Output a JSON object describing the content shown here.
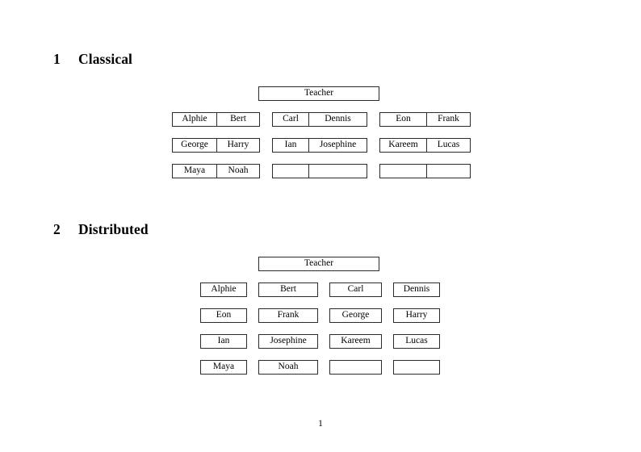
{
  "document": {
    "page_number": "1",
    "sections": [
      {
        "number": "1",
        "title": "Classical",
        "root_label": "Teacher",
        "layout": "paired-cell-groups",
        "groups": [
          {
            "rows": [
              [
                "Alphie",
                "Bert"
              ],
              [
                "George",
                "Harry"
              ],
              [
                "Maya",
                "Noah"
              ]
            ]
          },
          {
            "rows": [
              [
                "Carl",
                "Dennis"
              ],
              [
                "Ian",
                "Josephine"
              ],
              [
                "",
                ""
              ]
            ]
          },
          {
            "rows": [
              [
                "Eon",
                "Frank"
              ],
              [
                "Kareem",
                "Lucas"
              ],
              [
                "",
                ""
              ]
            ]
          }
        ]
      },
      {
        "number": "2",
        "title": "Distributed",
        "root_label": "Teacher",
        "layout": "independent-boxes",
        "rows": [
          [
            "Alphie",
            "Bert",
            "Carl",
            "Dennis"
          ],
          [
            "Eon",
            "Frank",
            "George",
            "Harry"
          ],
          [
            "Ian",
            "Josephine",
            "Kareem",
            "Lucas"
          ],
          [
            "Maya",
            "Noah",
            "",
            ""
          ]
        ]
      }
    ]
  },
  "colors": {
    "page_background": "#ffffff",
    "text": "#000000",
    "box_border": "#2b2b2b"
  }
}
